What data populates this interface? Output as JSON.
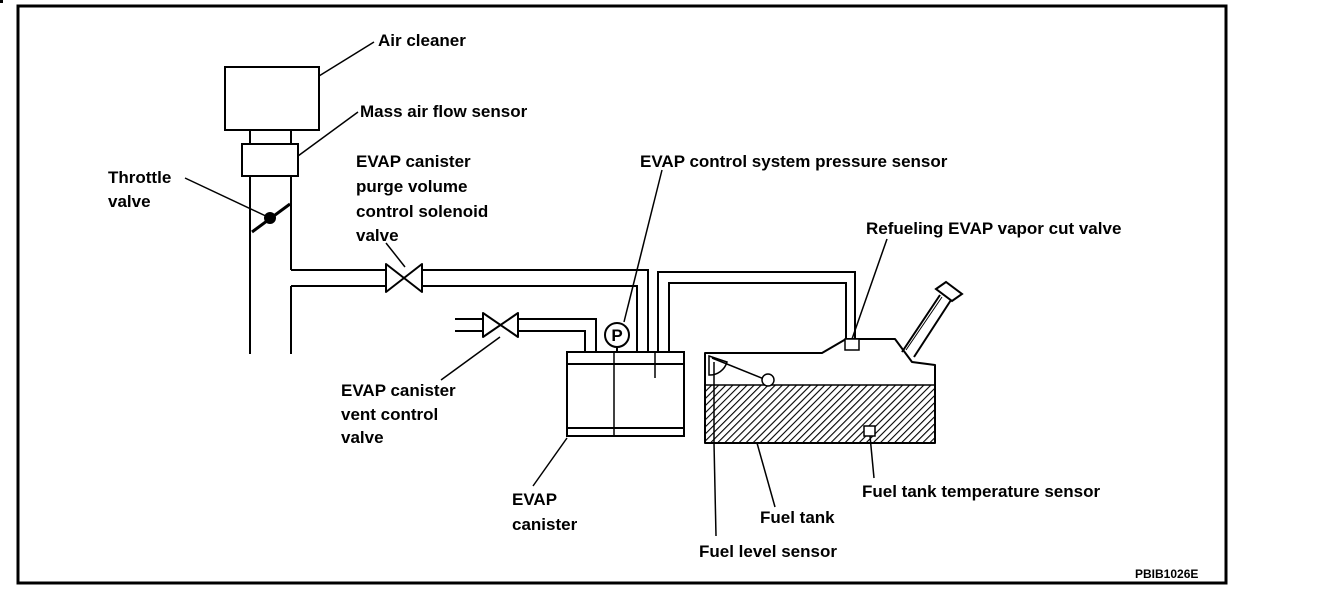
{
  "labels": {
    "air_cleaner": "Air cleaner",
    "mass_air_flow_sensor": "Mass air flow sensor",
    "throttle_valve": [
      "Throttle",
      "valve"
    ],
    "purge_valve": [
      "EVAP canister",
      "purge volume",
      "control solenoid",
      "valve"
    ],
    "pressure_sensor": "EVAP control system pressure sensor",
    "refueling_cut_valve": "Refueling EVAP vapor cut valve",
    "vent_control_valve": [
      "EVAP canister",
      "vent control",
      "valve"
    ],
    "canister": [
      "EVAP",
      "canister"
    ],
    "fuel_tank_temp_sensor": "Fuel tank temperature sensor",
    "fuel_tank": "Fuel tank",
    "fuel_level_sensor": "Fuel level sensor",
    "pressure_symbol": "P"
  },
  "figure_code": "PBIB1026E"
}
